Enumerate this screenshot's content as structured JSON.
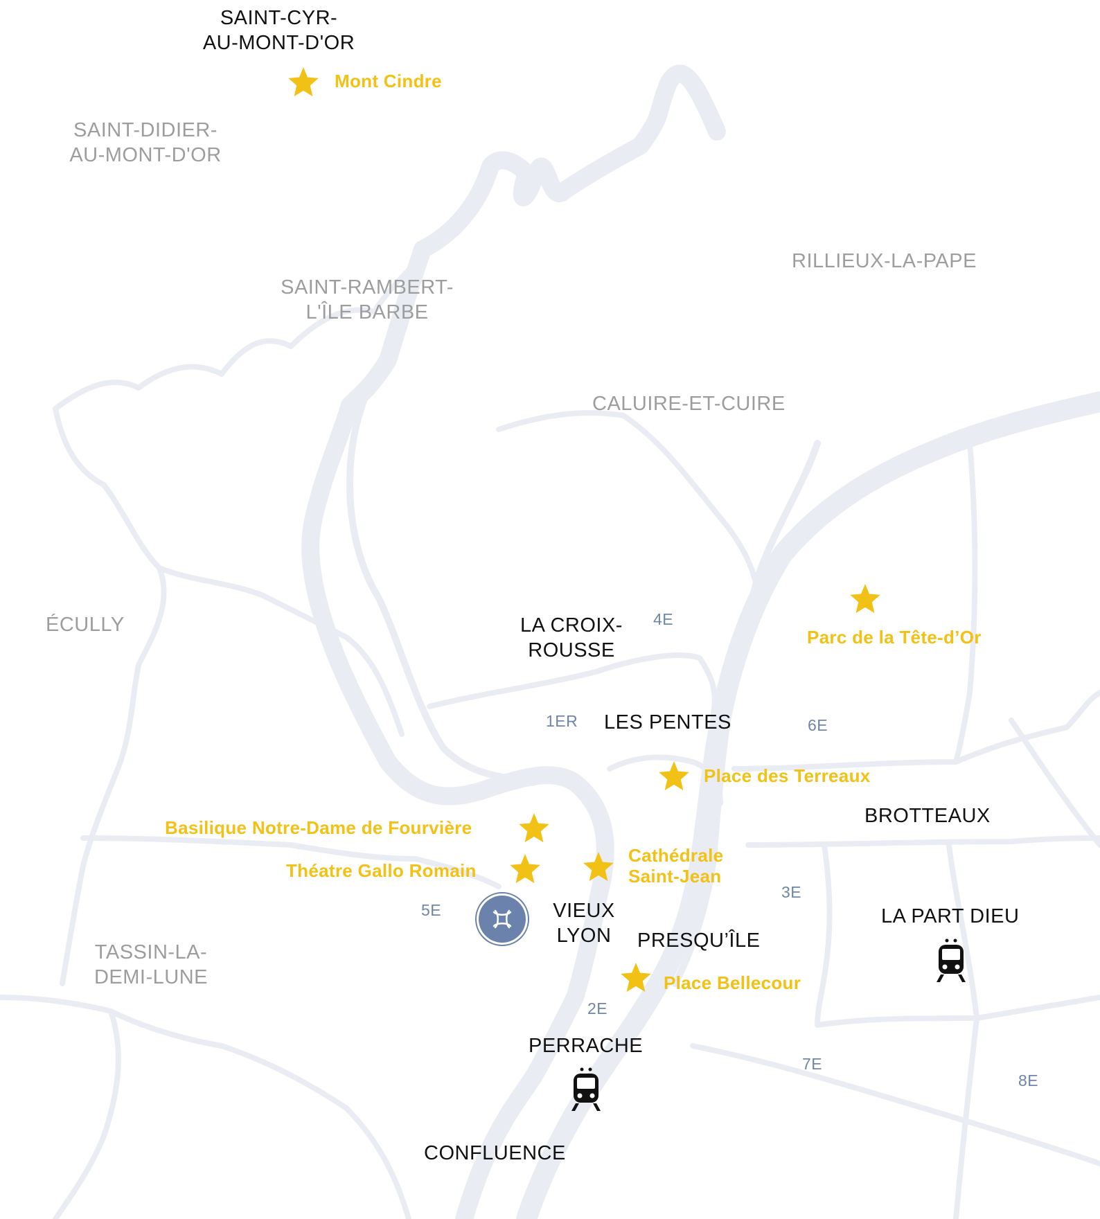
{
  "districts": {
    "saint_cyr_line1": "SAINT-CYR-",
    "saint_cyr_line2": "AU-MONT-D'OR",
    "croix_rousse_line1": "LA CROIX-",
    "croix_rousse_line2": "ROUSSE",
    "les_pentes": "LES PENTES",
    "brotteaux": "BROTTEAUX",
    "vieux_lyon_line1": "VIEUX",
    "vieux_lyon_line2": "LYON",
    "presquile": "PRESQU’ÎLE",
    "la_part_dieu": "LA PART DIEU",
    "perrache": "PERRACHE",
    "confluence": "CONFLUENCE"
  },
  "communes": {
    "saint_didier_line1": "SAINT-DIDIER-",
    "saint_didier_line2": "AU-MONT-D'OR",
    "saint_rambert_line1": "SAINT-RAMBERT-",
    "saint_rambert_line2": "L'ÎLE BARBE",
    "rillieux": "RILLIEUX-LA-PAPE",
    "caluire": "CALUIRE-ET-CUIRE",
    "ecully": "ÉCULLY",
    "tassin_line1": "TASSIN-LA-",
    "tassin_line2": "DEMI-LUNE"
  },
  "arrondissements": {
    "a1": "1ER",
    "a2": "2E",
    "a3": "3E",
    "a4": "4E",
    "a5": "5E",
    "a6": "6E",
    "a7": "7E",
    "a8": "8E"
  },
  "points_of_interest": {
    "mont_cindre": "Mont Cindre",
    "parc_tete_dor": "Parc de la Tête-d’Or",
    "place_terreaux": "Place des Terreaux",
    "basilique": "Basilique Notre-Dame de Fourvière",
    "theatre": "Théatre Gallo Romain",
    "cathedrale_line1": "Cathédrale",
    "cathedrale_line2": "Saint-Jean",
    "place_bellecour": "Place Bellecour"
  },
  "icons": {
    "poi_marker": "star-icon",
    "station": "train-icon",
    "hotel": "hotel-marker-icon"
  },
  "colors": {
    "poi": "#f2c115",
    "district": "#111111",
    "commune": "#9d9d9d",
    "arrondissement": "#6f86a8",
    "river_and_borders": "#e9edf3",
    "hotel_marker": "#6a82ac"
  }
}
